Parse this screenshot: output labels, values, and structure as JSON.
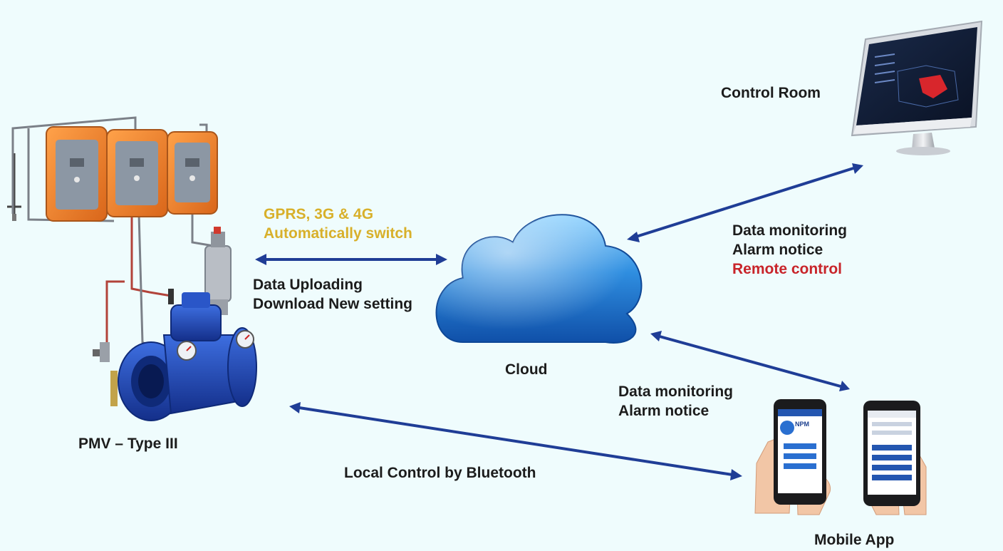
{
  "nodes": {
    "pmv": {
      "label": "PMV – Type III"
    },
    "cloud": {
      "label": "Cloud"
    },
    "control_room": {
      "label": "Control Room"
    },
    "mobile_app": {
      "label": "Mobile App"
    }
  },
  "links": {
    "pmv_cloud": {
      "network": [
        "GPRS, 3G & 4G",
        "Automatically switch"
      ],
      "data": [
        "Data Uploading",
        "Download New setting"
      ]
    },
    "cloud_control": [
      "Data monitoring",
      "Alarm notice",
      "Remote control"
    ],
    "cloud_mobile": [
      "Data monitoring",
      "Alarm notice"
    ],
    "pmv_mobile": "Local Control by Bluetooth"
  },
  "phone_screen": {
    "brand": "NPM"
  },
  "colors": {
    "background": "#effcfd",
    "arrow": "#1f3d96",
    "network_text": "#d8b02a",
    "alert_text": "#c8242a",
    "text": "#1c1c1c",
    "cloud": "#2f8ee0",
    "valve": "#1d46b8",
    "controller": "#f08a2c"
  },
  "icons": [
    "valve-illustration",
    "controller-box-icon",
    "cloud-icon",
    "monitor-icon",
    "smartphone-icon",
    "hand-icon"
  ]
}
